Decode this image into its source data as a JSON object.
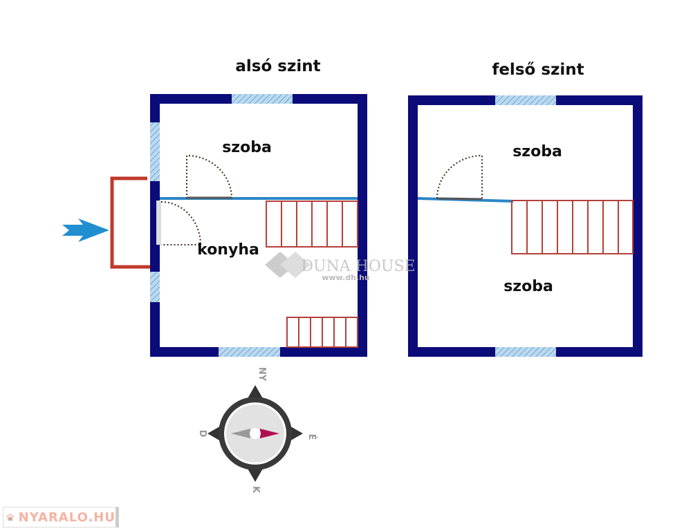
{
  "levels": {
    "lower": {
      "title": "alsó szint",
      "rooms": [
        "szoba",
        "konyha"
      ]
    },
    "upper": {
      "title": "felső szint",
      "rooms": [
        "szoba",
        "szoba"
      ]
    }
  },
  "compass": {
    "north": "NY",
    "east": "É",
    "south": "K",
    "west": "D"
  },
  "watermark": {
    "brand": "DUNA HOUSE",
    "url": "www.dh.hu"
  },
  "badge": {
    "text": "NYARALO.HU"
  },
  "colors": {
    "wall": "#0b0b7a",
    "inner_wall": "#2b86c5",
    "stairs": "#b5403a",
    "entry": "#c0392b",
    "arrow": "#1f8fd0"
  }
}
